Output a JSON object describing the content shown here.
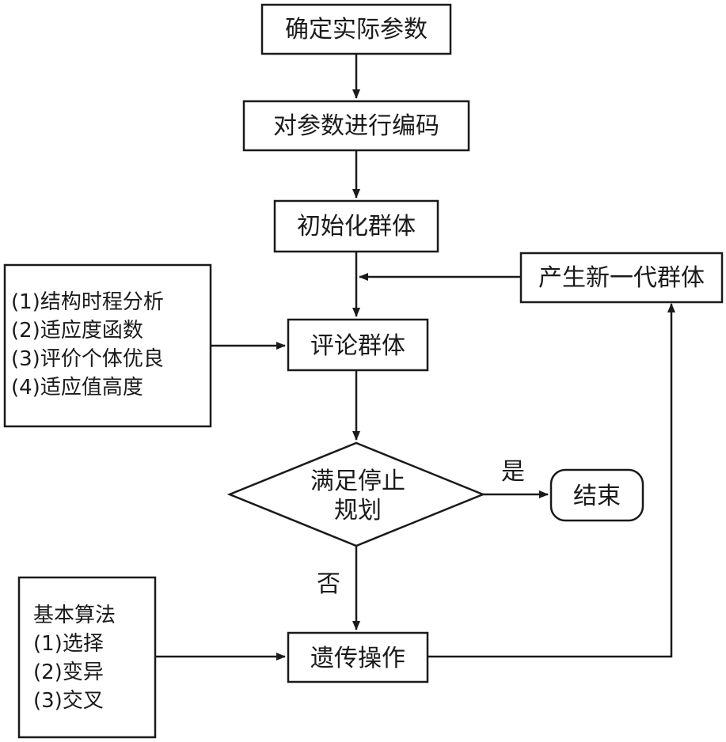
{
  "nodes": {
    "determine_params": "确定实际参数",
    "encode_params": "对参数进行编码",
    "init_population": "初始化群体",
    "evaluate_population": "评论群体",
    "stop_check_line1": "满足停止",
    "stop_check_line2": "规划",
    "end": "结束",
    "genetic_ops": "遗传操作",
    "new_generation": "产生新一代群体"
  },
  "side_notes": {
    "evaluation_steps": [
      "(1)结构时程分析",
      "(2)适应度函数",
      "(3)评价个体优良",
      "(4)适应值高度"
    ],
    "basic_algorithm": [
      "基本算法",
      "(1)选择",
      "(2)变异",
      "(3)交叉"
    ]
  },
  "edge_labels": {
    "yes": "是",
    "no": "否"
  }
}
